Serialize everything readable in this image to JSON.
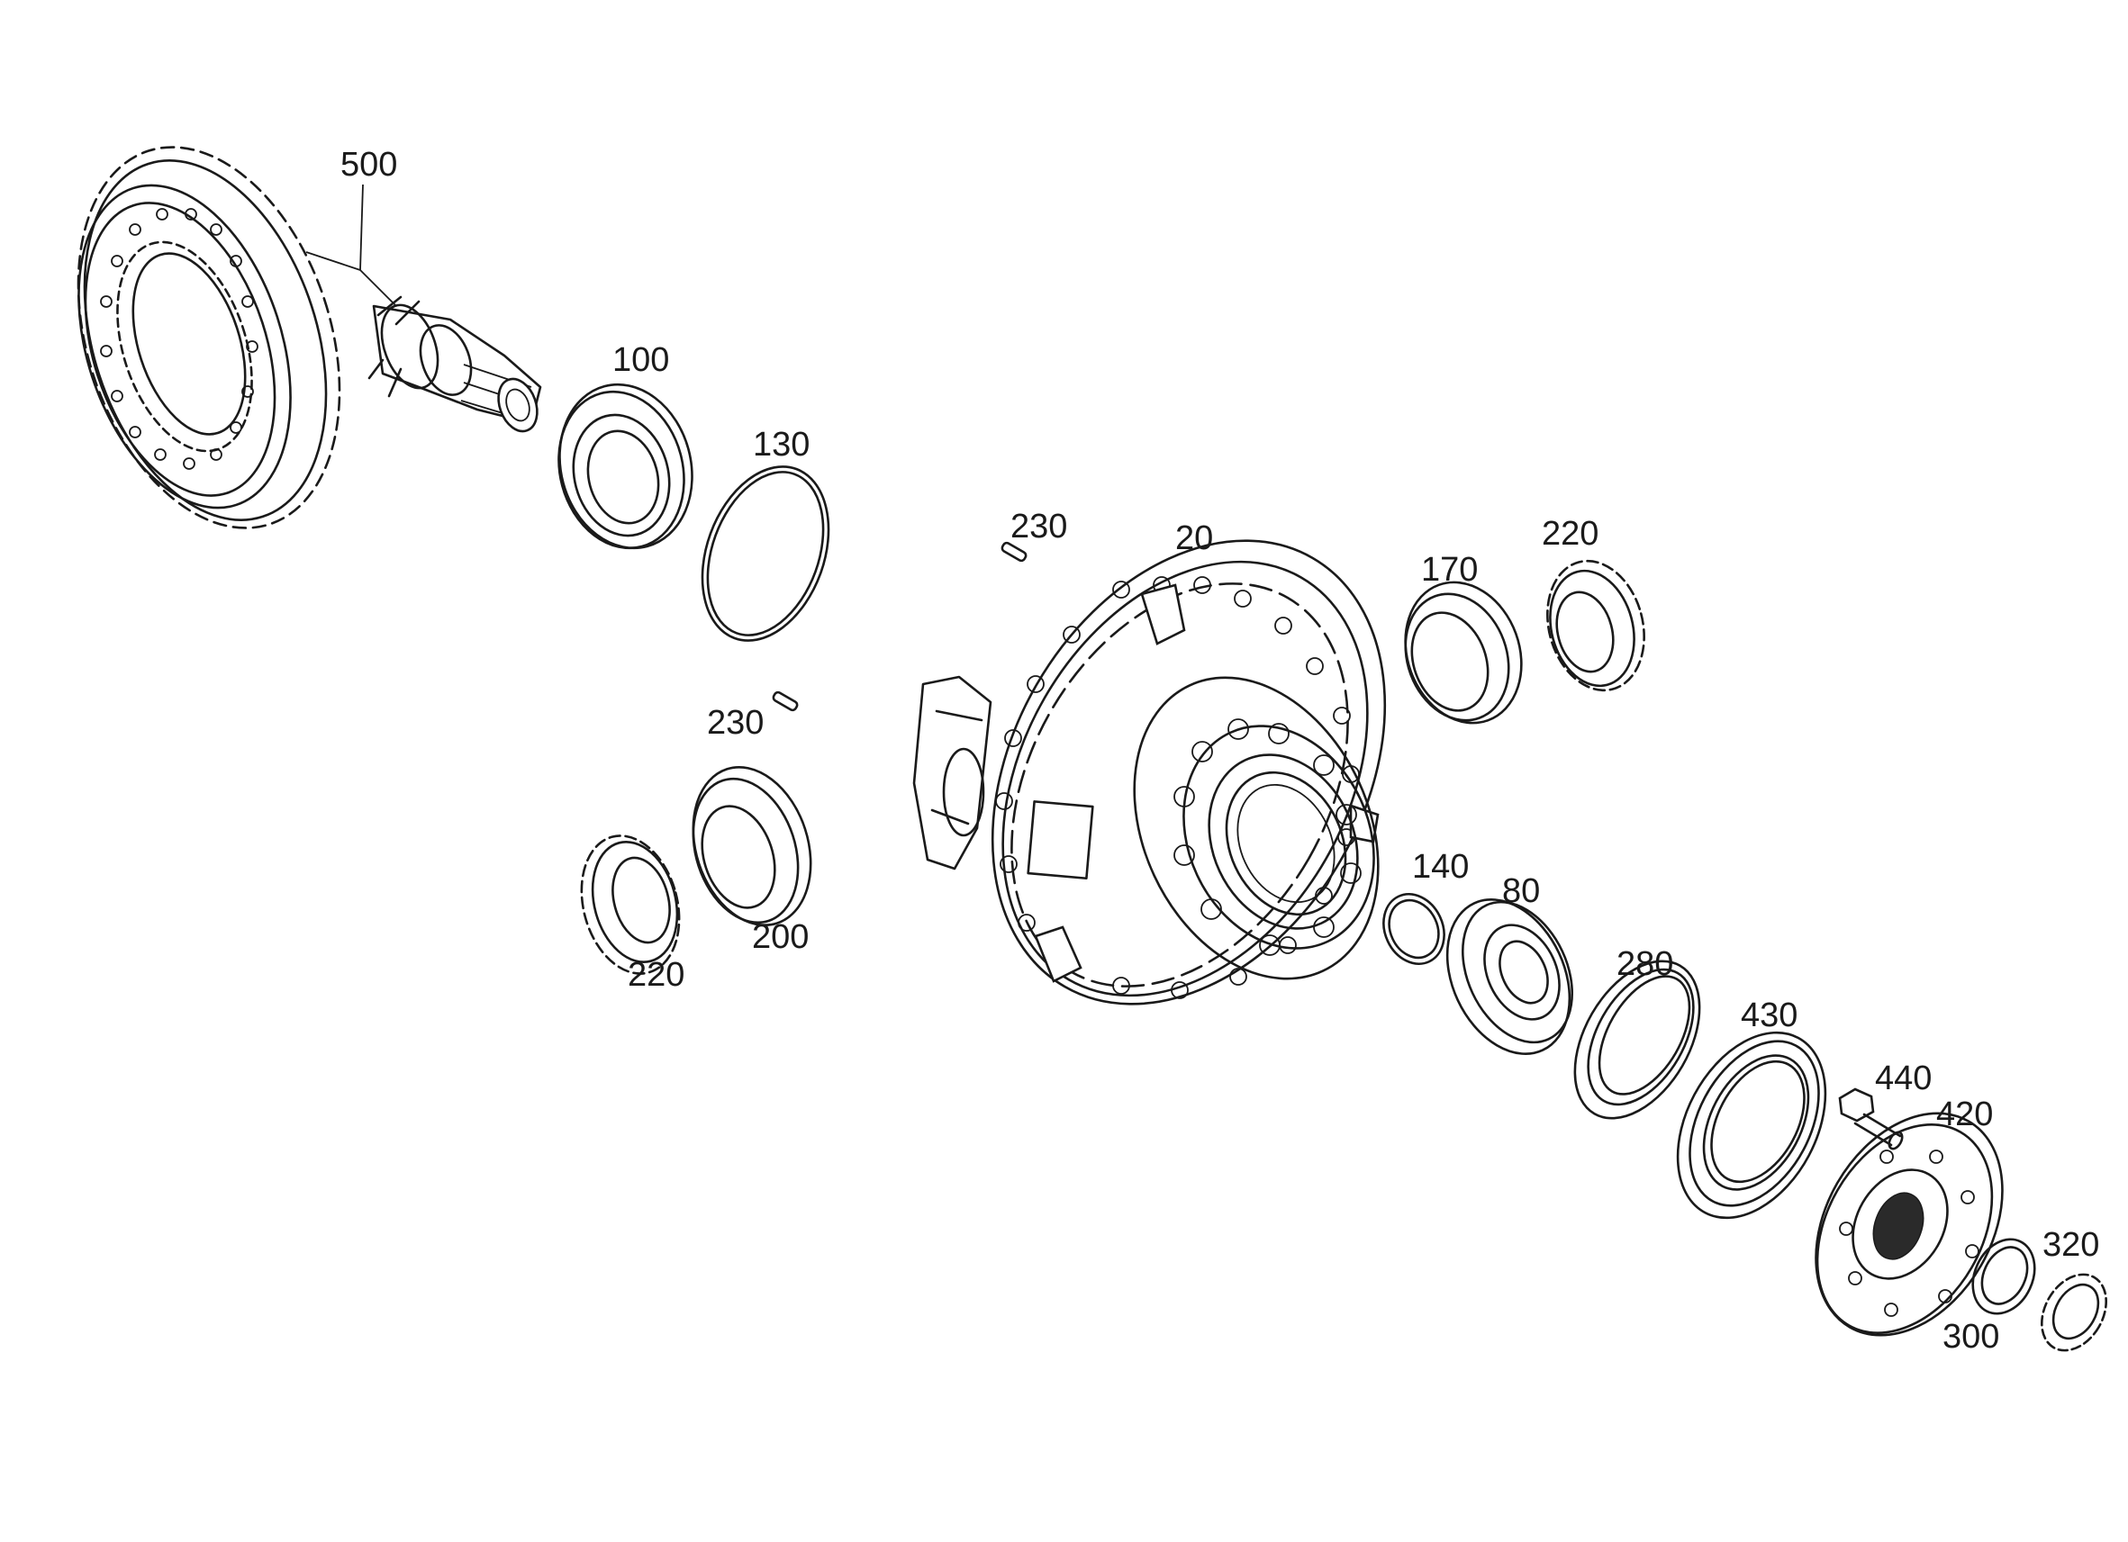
{
  "callouts": {
    "c500": "500",
    "c100": "100",
    "c130": "130",
    "c230a": "230",
    "c20": "20",
    "c170": "170",
    "c220a": "220",
    "c230b": "230",
    "c140": "140",
    "c80": "80",
    "c200": "200",
    "c220b": "220",
    "c280": "280",
    "c430": "430",
    "c440": "440",
    "c420": "420",
    "c320": "320",
    "c300": "300"
  }
}
